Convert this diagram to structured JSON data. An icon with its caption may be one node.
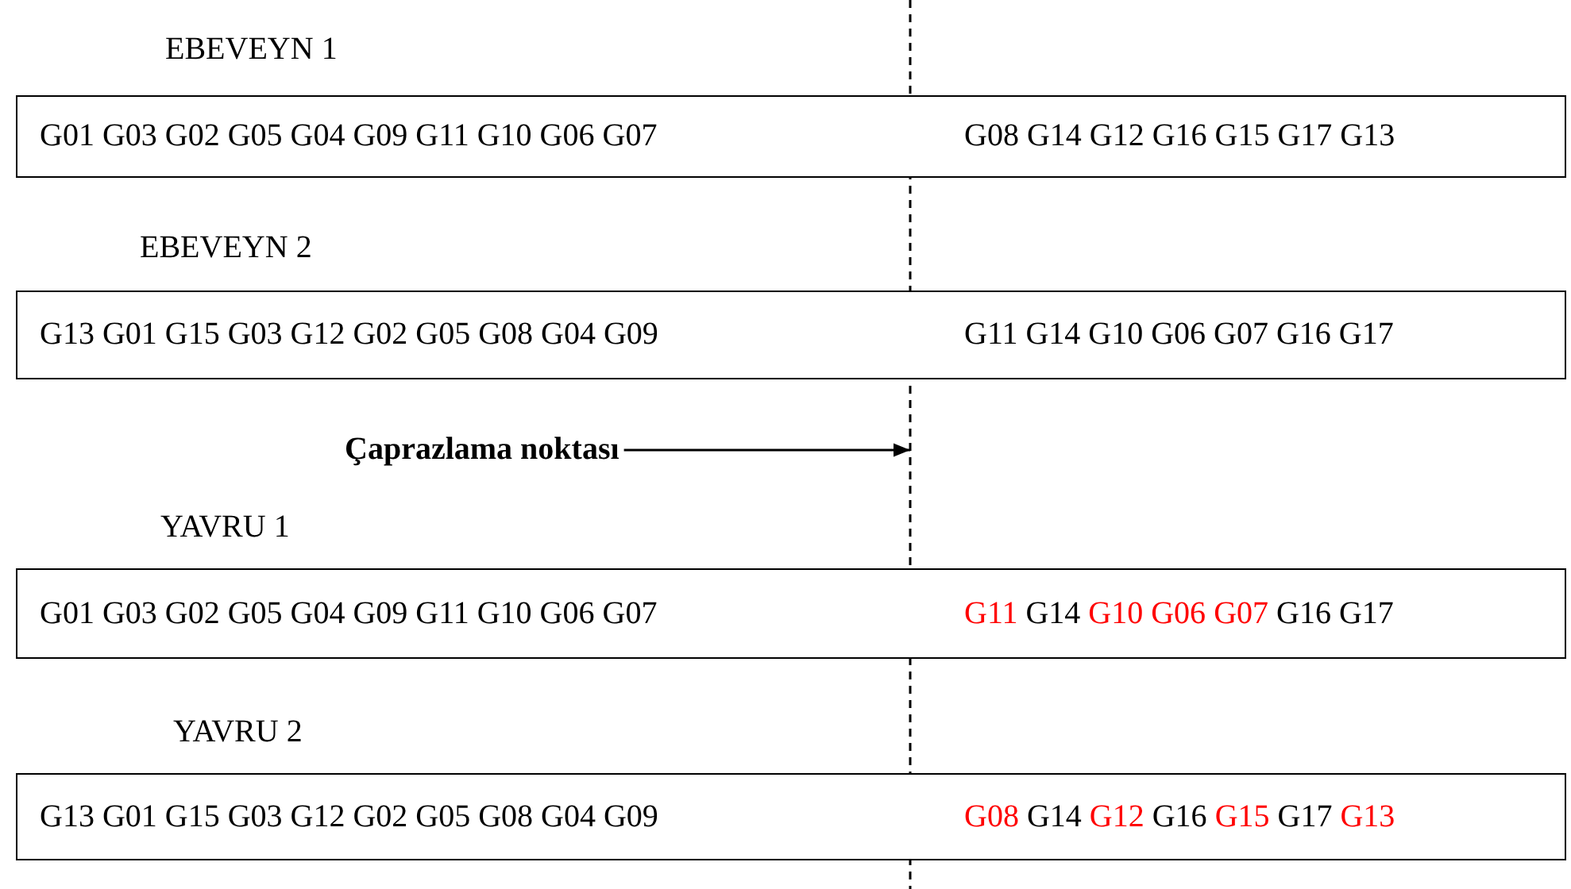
{
  "diagram": {
    "nodes": [
      {
        "text": [
          "EBEVEYN 1",
          "G01 G03 G02 G05 G04 G09 G11 G10 G06 G07",
          "G08 G14 G12 G16 G15 G17 G13"
        ]
      },
      {
        "text": [
          "EBEVEYN 2",
          "G13 G01 G15 G03 G12 G02 G05 G08 G04 G09",
          "G11 G14 G10 G06 G07 G16 G17"
        ]
      },
      {
        "text": [
          "Çaprazlama noktası"
        ]
      },
      {
        "text": [],
        "shape": "line"
      },
      {
        "text": [
          "YAVRU 1",
          "G01 G03 G02 G05 G04 G09 G11 G10 G06 G07",
          "G11 G14 G10 G06 G07 G16 G17"
        ]
      },
      {
        "text": [
          "YAVRU 2",
          "G13 G01 G15 G03 G12 G02 G05 G08 G04 G09",
          "G08 G14 G12 G16 G15 G17 G13"
        ]
      }
    ],
    "edges": [
      {
        "from": 2,
        "to": 3,
        "arrow": "to"
      }
    ]
  }
}
